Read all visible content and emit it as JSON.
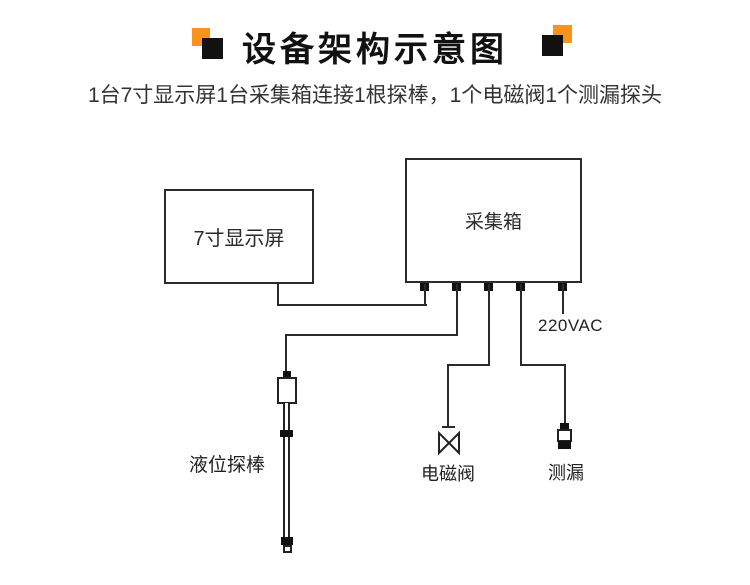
{
  "colors": {
    "accent_orange": "#f7941d",
    "deco_black": "#111111",
    "line": "#2b2b2b",
    "text": "#222222"
  },
  "header": {
    "title": "设备架构示意图",
    "subtitle": "1台7寸显示屏1台采集箱连接1根探棒，1个电磁阀1个测漏探头"
  },
  "diagram": {
    "display_label": "7寸显示屏",
    "collector_label": "采集箱",
    "power_label": "220VAC",
    "probe_label": "液位探棒",
    "valve_label": "电磁阀",
    "leak_label": "测漏"
  },
  "icons": {
    "deco": "overlapping-squares-icon",
    "probe": "level-probe-icon",
    "valve": "bowtie-valve-icon",
    "leak_sensor": "leak-sensor-plug-icon"
  }
}
